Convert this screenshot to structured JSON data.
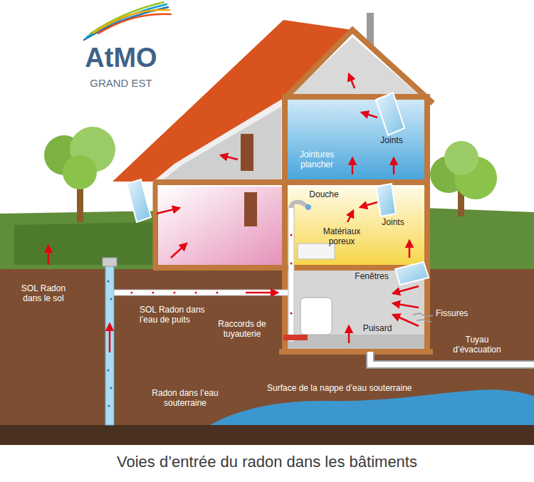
{
  "diagram": {
    "caption": "Voies d’entrée du radon dans les bâtiments",
    "labels": [
      "AtMO",
      "GRAND EST",
      "Joints",
      "Jointures plancher",
      "Douche",
      "Joints",
      "Matériaux poreux",
      "Fenêtres",
      "Fissures",
      "Puisard",
      "Tuyau d’évacuation",
      "Raccords de tuyauterie",
      "SOL Radon dans le sol",
      "SOL Radon dans l’eau de puits",
      "Radon dans l’eau souterraine",
      "Surface de la nappe d’eau souterraine"
    ]
  }
}
